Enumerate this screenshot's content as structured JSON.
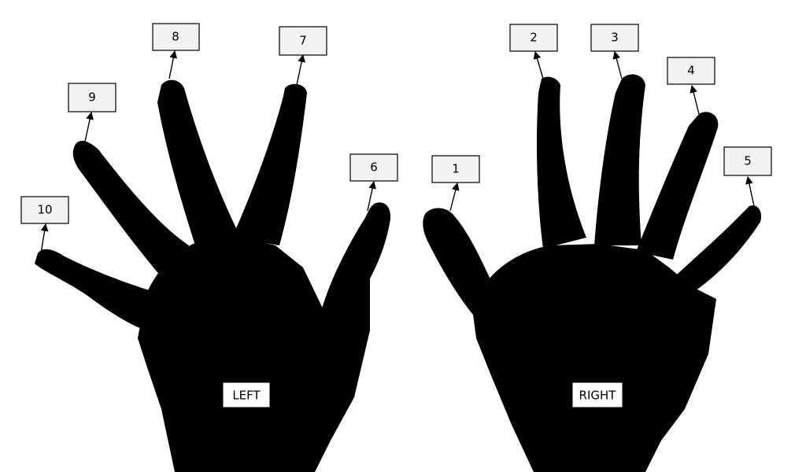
{
  "diagram": {
    "hands": [
      {
        "id": "left",
        "label": "LEFT"
      },
      {
        "id": "right",
        "label": "RIGHT"
      }
    ],
    "fingers": [
      {
        "number": "1",
        "hand": "right",
        "finger": "thumb"
      },
      {
        "number": "2",
        "hand": "right",
        "finger": "index"
      },
      {
        "number": "3",
        "hand": "right",
        "finger": "middle"
      },
      {
        "number": "4",
        "hand": "right",
        "finger": "ring"
      },
      {
        "number": "5",
        "hand": "right",
        "finger": "little"
      },
      {
        "number": "6",
        "hand": "left",
        "finger": "thumb"
      },
      {
        "number": "7",
        "hand": "left",
        "finger": "index"
      },
      {
        "number": "8",
        "hand": "left",
        "finger": "middle"
      },
      {
        "number": "9",
        "hand": "left",
        "finger": "ring"
      },
      {
        "number": "10",
        "hand": "left",
        "finger": "little"
      }
    ],
    "colors": {
      "silhouette": "#000000",
      "label_fill": "#f2f2f2",
      "background": "#ffffff"
    }
  }
}
